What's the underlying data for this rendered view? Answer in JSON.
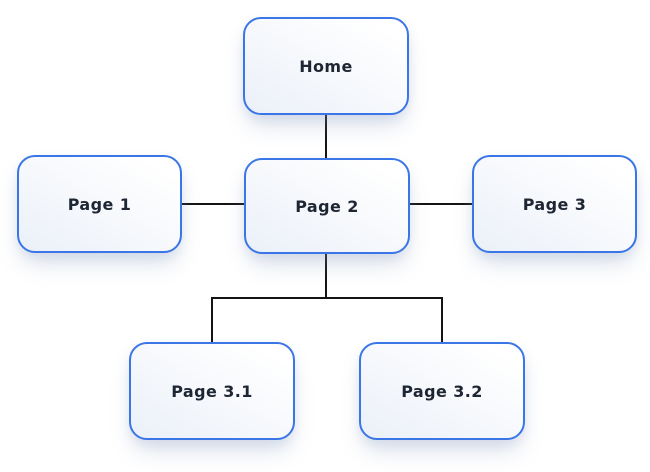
{
  "diagram": {
    "type": "sitemap-flowchart",
    "background_color": "#ffffff",
    "node_border_color": "#3b76e6",
    "node_fill_top": "#ffffff",
    "node_fill_bottom": "#ecf1f9",
    "node_label_color": "#1e2633",
    "connector_color": "#141414",
    "nodes": [
      {
        "id": "home",
        "label": "Home"
      },
      {
        "id": "page-1",
        "label": "Page 1"
      },
      {
        "id": "page-2",
        "label": "Page 2"
      },
      {
        "id": "page-3",
        "label": "Page 3"
      },
      {
        "id": "page-3-1",
        "label": "Page 3.1"
      },
      {
        "id": "page-3-2",
        "label": "Page 3.2"
      }
    ],
    "edges": [
      {
        "from": "Home",
        "to": "Page 2"
      },
      {
        "from": "Page 1",
        "to": "Page 2"
      },
      {
        "from": "Page 2",
        "to": "Page 3"
      },
      {
        "from": "Page 2",
        "to": "Page 3.1"
      },
      {
        "from": "Page 2",
        "to": "Page 3.2"
      }
    ]
  }
}
